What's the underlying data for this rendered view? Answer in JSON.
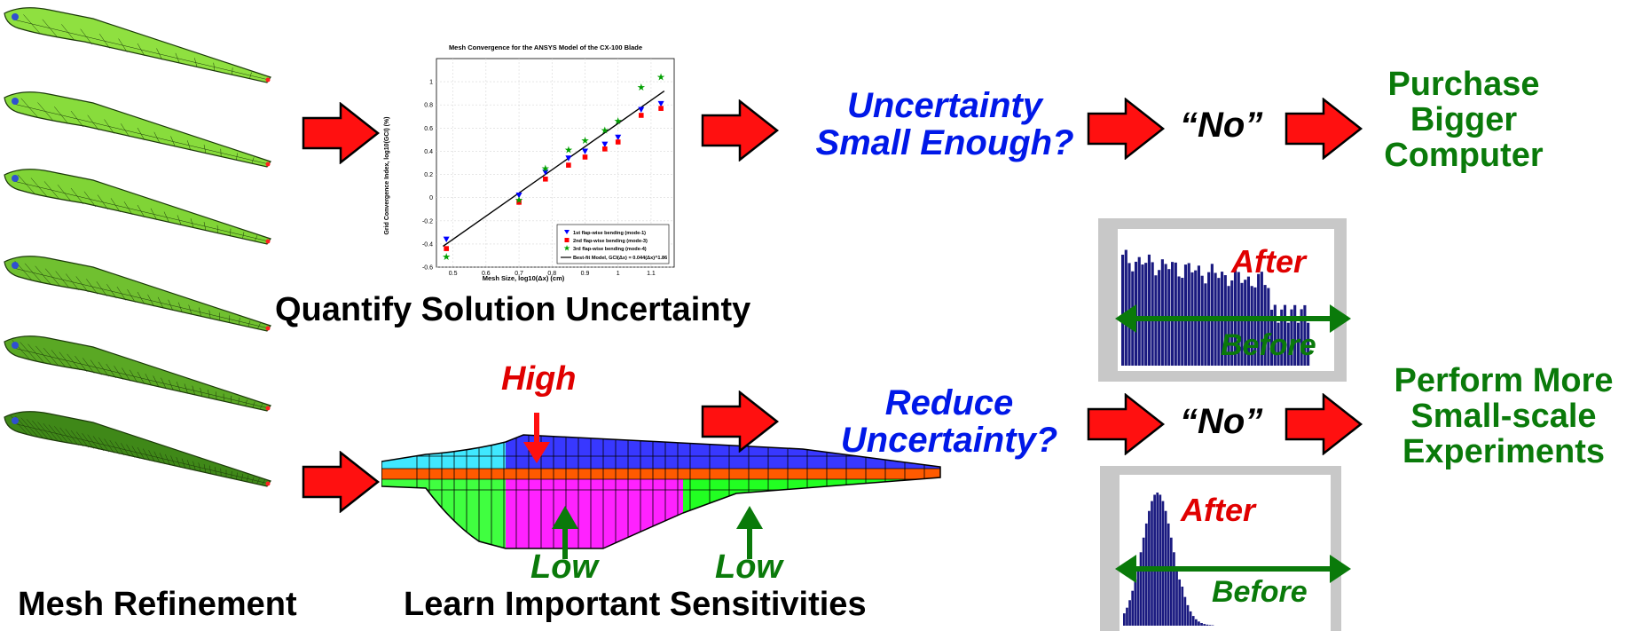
{
  "labels": {
    "mesh_refinement": "Mesh Refinement",
    "quantify": "Quantify Solution Uncertainty",
    "learn": "Learn Important Sensitivities",
    "q_small_1": "Uncertainty",
    "q_small_2": "Small Enough?",
    "q_reduce_1": "Reduce",
    "q_reduce_2": "Uncertainty?",
    "no_top": "“No”",
    "no_bottom": "“No”",
    "purchase_1": "Purchase",
    "purchase_2": "Bigger",
    "purchase_3": "Computer",
    "perform_1": "Perform More",
    "perform_2": "Small-scale",
    "perform_3": "Experiments",
    "high": "High",
    "low_1": "Low",
    "low_2": "Low",
    "after_top": "After",
    "before_top": "Before",
    "after_bottom": "After",
    "before_bottom": "Before"
  },
  "colors": {
    "arrow_red": "#ff1010",
    "question_blue": "#0018e8",
    "outcome_green": "#0a7a0a",
    "mesh_green": "#8fe040",
    "hist_bar": "#1a1a80"
  },
  "chart_data": {
    "type": "scatter",
    "title": "Mesh Convergence for the ANSYS Model of the CX-100 Blade",
    "xlabel": "Mesh Size, log10(Δx) (cm)",
    "ylabel": "Grid Convergence Index, log10(GCI) (%)",
    "xlim": [
      0.45,
      1.17
    ],
    "ylim": [
      -0.6,
      1.2
    ],
    "xticks": [
      0.5,
      0.6,
      0.7,
      0.8,
      0.9,
      1,
      1.1
    ],
    "yticks": [
      -0.6,
      -0.4,
      -0.2,
      0,
      0.2,
      0.4,
      0.6,
      0.8,
      1
    ],
    "grid": true,
    "legend_position": "bottom-right",
    "series": [
      {
        "name": "1st flap-wise bending (mode-1)",
        "marker": "triangle-down",
        "color": "#0000ff",
        "x": [
          0.48,
          0.7,
          0.78,
          0.85,
          0.9,
          0.96,
          1.0,
          1.07,
          1.13
        ],
        "y": [
          -0.36,
          0.02,
          0.22,
          0.34,
          0.4,
          0.46,
          0.52,
          0.76,
          0.81
        ]
      },
      {
        "name": "2nd flap-wise bending (mode-3)",
        "marker": "square",
        "color": "#ff0000",
        "x": [
          0.48,
          0.7,
          0.78,
          0.85,
          0.9,
          0.96,
          1.0,
          1.07,
          1.13
        ],
        "y": [
          -0.44,
          -0.04,
          0.16,
          0.28,
          0.35,
          0.42,
          0.48,
          0.71,
          0.77
        ]
      },
      {
        "name": "3rd flap-wise bending (mode-4)",
        "marker": "star",
        "color": "#00a000",
        "x": [
          0.48,
          0.7,
          0.78,
          0.85,
          0.9,
          0.96,
          1.0,
          1.07,
          1.13
        ],
        "y": [
          -0.51,
          -0.02,
          0.25,
          0.41,
          0.49,
          0.58,
          0.66,
          0.95,
          1.04
        ]
      }
    ],
    "fit": {
      "name": "Best-fit Model, GCI(Δx) = 0.044(Δx)^1.86",
      "x": [
        0.47,
        1.14
      ],
      "y": [
        -0.42,
        0.92
      ]
    }
  }
}
